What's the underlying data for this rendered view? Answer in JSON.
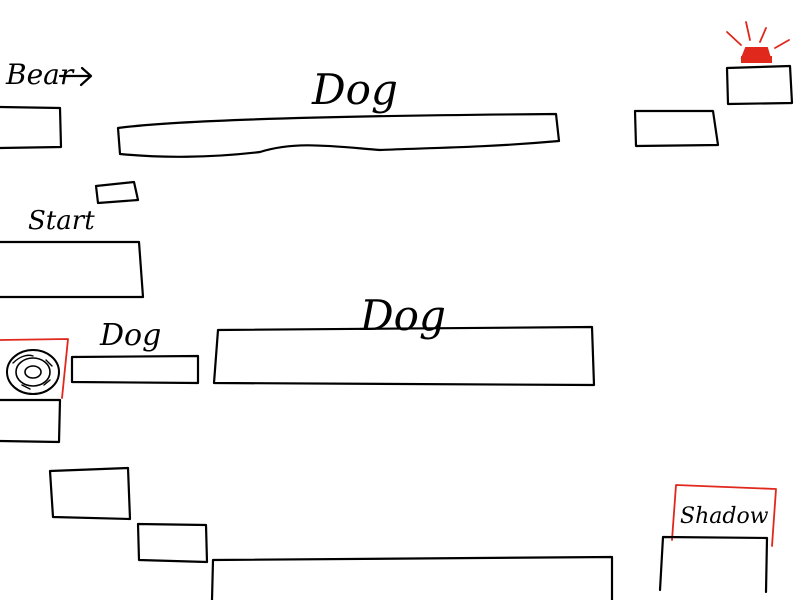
{
  "labels": {
    "bear": "Bear",
    "dog_top": "Dog",
    "start": "Start",
    "dog_small": "Dog",
    "dog_middle": "Dog",
    "shadow": "Shadow"
  },
  "colors": {
    "ink": "#000000",
    "accent": "#e0281c",
    "siren": "#e0281c",
    "background": "#ffffff"
  },
  "icons": {
    "bear_pointer": "arrow-right-icon",
    "alarm": "siren-light-icon",
    "player": "donut-ring-icon"
  }
}
